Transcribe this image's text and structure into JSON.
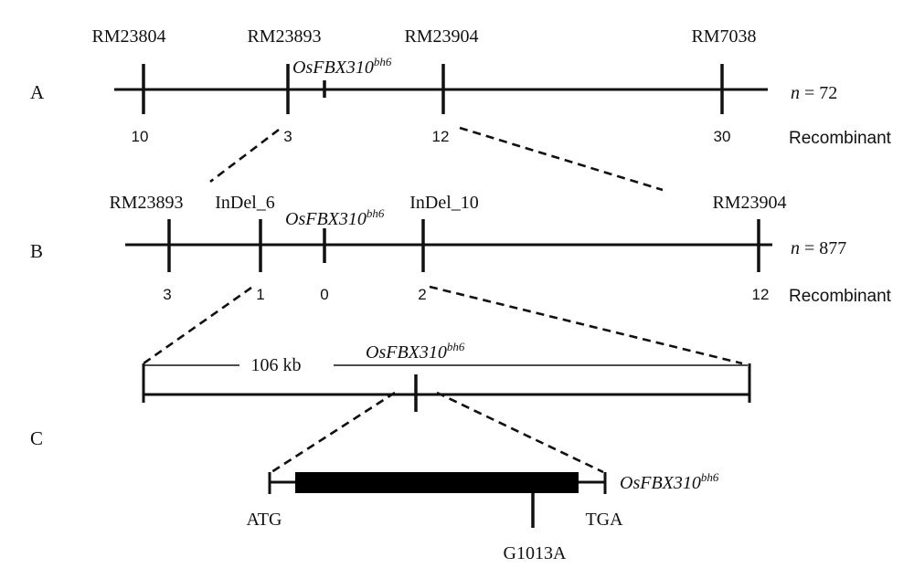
{
  "panel_a": {
    "label": "A",
    "markers": [
      {
        "name": "RM23804",
        "recombinants": "10"
      },
      {
        "name": "RM23893",
        "recombinants": "3"
      },
      {
        "name": "RM23904",
        "recombinants": "12"
      },
      {
        "name": "RM7038",
        "recombinants": "30"
      }
    ],
    "gene": {
      "name": "OsFBX310",
      "allele": "bh6"
    },
    "population": {
      "symbol": "n",
      "value": "= 72"
    },
    "recombinant_label": "Recombinant"
  },
  "panel_b": {
    "label": "B",
    "markers": [
      {
        "name": "RM23893",
        "recombinants": "3"
      },
      {
        "name": "InDel_6",
        "recombinants": "1"
      },
      {
        "name": "InDel_10",
        "recombinants": "2"
      },
      {
        "name": "RM23904",
        "recombinants": "12"
      }
    ],
    "gene": {
      "name": "OsFBX310",
      "allele": "bh6",
      "recombinants": "0"
    },
    "population": {
      "symbol": "n",
      "value": "= 877"
    },
    "recombinant_label": "Recombinant"
  },
  "panel_c": {
    "label": "C",
    "interval": "106 kb",
    "gene": {
      "name": "OsFBX310",
      "allele": "bh6"
    },
    "gene_structure": {
      "start_codon": "ATG",
      "stop_codon": "TGA",
      "mutation": "G1013A",
      "gene": {
        "name": "OsFBX310",
        "allele": "bh6"
      }
    }
  }
}
